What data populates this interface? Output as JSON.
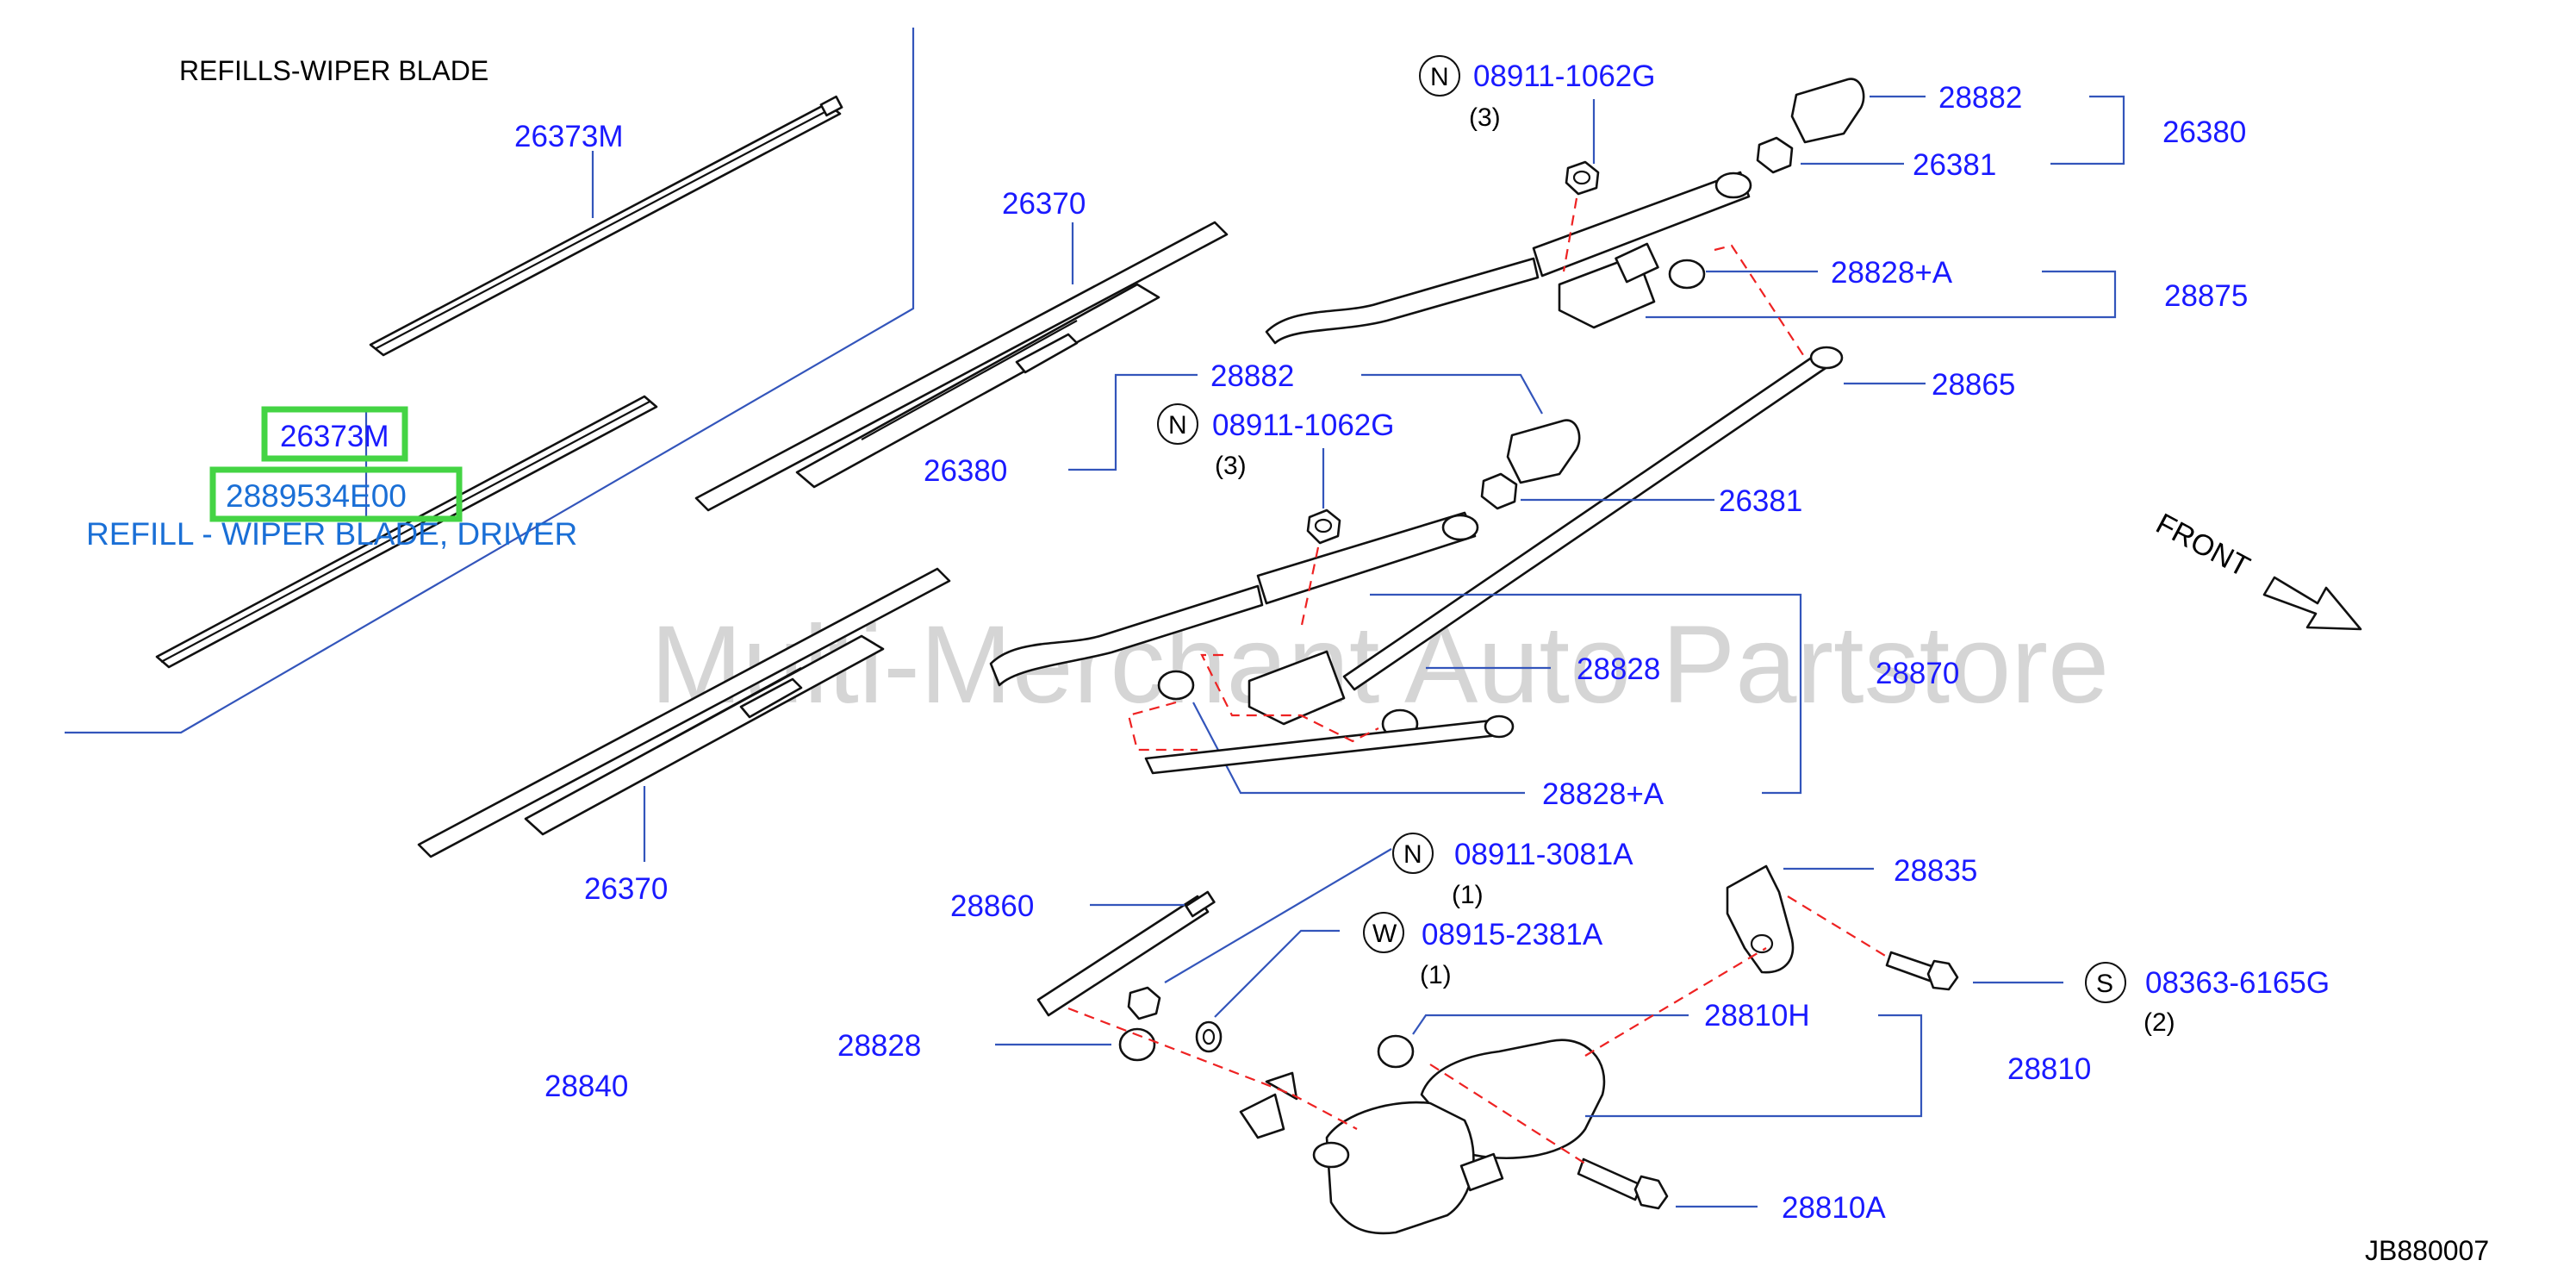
{
  "watermark": "Multi-Merchant Auto Partstore",
  "section_title": "REFILLS-WIPER   BLADE",
  "diagram_code": "JB880007",
  "front_label": "FRONT",
  "highlight": {
    "part": "26373M",
    "number": "2889534E00",
    "description": "REFILL - WIPER BLADE, DRIVER"
  },
  "symbols": {
    "n": "N",
    "w": "W",
    "s": "S"
  },
  "labels": {
    "p26373m": "26373M",
    "p26370_top": "26370",
    "p26380_mid": "26380",
    "p26370_bot": "26370",
    "p08911_1062g_top": "08911-1062G",
    "q3_top": "(3)",
    "p28882_top": "28882",
    "p26380_right": "26380",
    "p26381_top": "26381",
    "p28828a_top": "28828+A",
    "p28875": "28875",
    "p28865": "28865",
    "p28882_mid": "28882",
    "p08911_1062g_mid": "08911-1062G",
    "q3_mid": "(3)",
    "p26381_mid": "26381",
    "p28828_mid": "28828",
    "p28870": "28870",
    "p28828a_mid": "28828+A",
    "p28860": "28860",
    "p08911_3081a": "08911-3081A",
    "q1_a": "(1)",
    "p08915_2381a": "08915-2381A",
    "q1_b": "(1)",
    "p28835": "28835",
    "p08363_6165g": "08363-6165G",
    "q2": "(2)",
    "p28828_low": "28828",
    "p28840": "28840",
    "p28810h": "28810H",
    "p28810": "28810",
    "p28810a": "28810A"
  }
}
